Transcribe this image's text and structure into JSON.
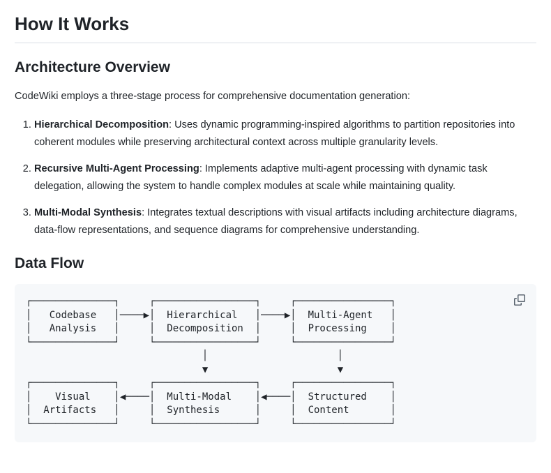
{
  "page": {
    "title": "How It Works"
  },
  "colors": {
    "text": "#1f2328",
    "heading_border": "#d8dee4",
    "code_background": "#f6f8fa",
    "copy_icon": "#59636e"
  },
  "sections": {
    "architecture": {
      "heading": "Architecture Overview",
      "intro": "CodeWiki employs a three-stage process for comprehensive documentation generation:",
      "steps": [
        {
          "term": "Hierarchical Decomposition",
          "text": ": Uses dynamic programming-inspired algorithms to partition repositories into coherent modules while preserving architectural context across multiple granularity levels."
        },
        {
          "term": "Recursive Multi-Agent Processing",
          "text": ": Implements adaptive multi-agent processing with dynamic task delegation, allowing the system to handle complex modules at scale while maintaining quality."
        },
        {
          "term": "Multi-Modal Synthesis",
          "text": ": Integrates textual descriptions with visual artifacts including architecture diagrams, data-flow representations, and sequence diagrams for comprehensive understanding."
        }
      ]
    },
    "data_flow": {
      "heading": "Data Flow",
      "copy_icon": "copy-icon",
      "nodes": [
        "Codebase Analysis",
        "Hierarchical Decomposition",
        "Multi-Agent Processing",
        "Structured Content",
        "Multi-Modal Synthesis",
        "Visual Artifacts"
      ],
      "diagram_ascii": "┌──────────────┐     ┌─────────────────┐     ┌────────────────┐\n│   Codebase   │────▶│  Hierarchical   │────▶│  Multi-Agent   │\n│   Analysis   │     │  Decomposition  │     │  Processing    │\n└──────────────┘     └─────────────────┘     └────────────────┘\n                              │                      │\n                              ▼                      ▼\n┌──────────────┐     ┌─────────────────┐     ┌────────────────┐\n│    Visual    │◀────│  Multi-Modal    │◀────│  Structured    │\n│  Artifacts   │     │  Synthesis      │     │  Content       │\n└──────────────┘     └─────────────────┘     └────────────────┘"
    }
  }
}
